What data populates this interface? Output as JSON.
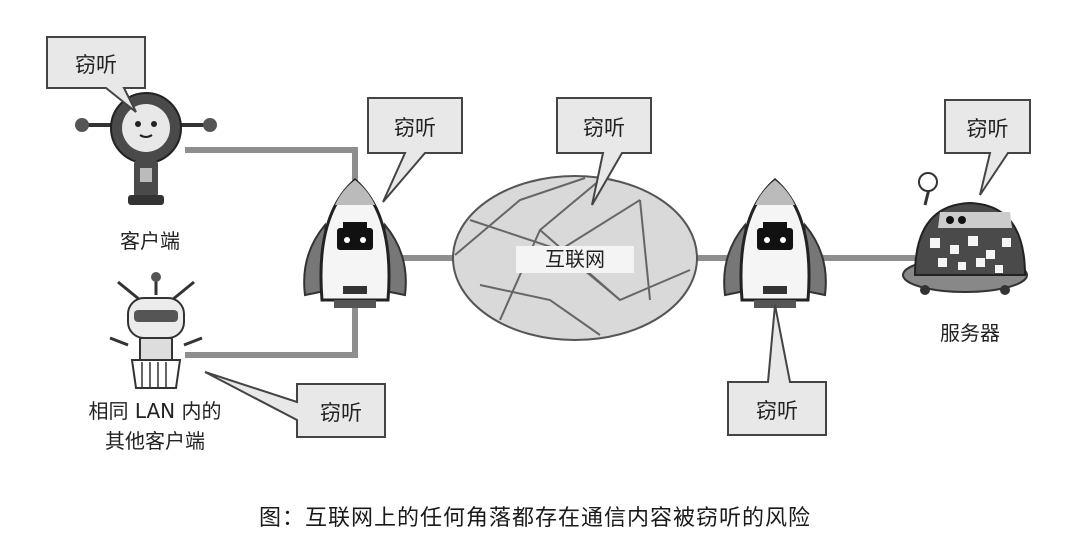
{
  "bubble_text": "窃听",
  "labels": {
    "client": "客户端",
    "lan_client_line1": "相同 LAN 内的",
    "lan_client_line2": "其他客户端",
    "internet": "互联网",
    "server": "服务器"
  },
  "caption": "图：互联网上的任何角落都存在通信内容被窃听的风险",
  "colors": {
    "line": "#8e8e8e",
    "bubble_fill": "#e8e8e8",
    "bubble_stroke": "#444444",
    "cloud_fill": "#d9d9d9",
    "robot_dark": "#4a4a4a",
    "rocket_body": "#f5f5f5"
  }
}
